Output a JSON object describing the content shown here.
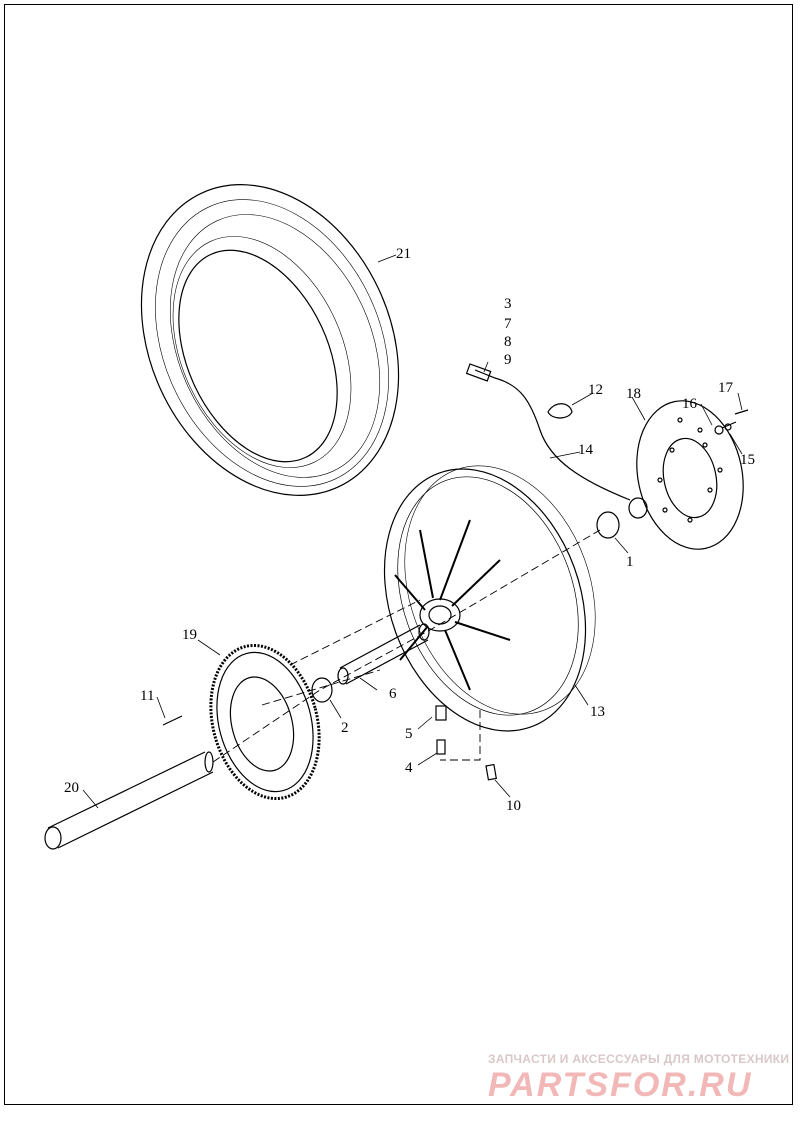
{
  "callouts": [
    {
      "id": "c1",
      "label": "1"
    },
    {
      "id": "c2",
      "label": "2"
    },
    {
      "id": "c3",
      "label": "3"
    },
    {
      "id": "c4",
      "label": "4"
    },
    {
      "id": "c5",
      "label": "5"
    },
    {
      "id": "c6",
      "label": "6"
    },
    {
      "id": "c7",
      "label": "7"
    },
    {
      "id": "c8",
      "label": "8"
    },
    {
      "id": "c9",
      "label": "9"
    },
    {
      "id": "c10",
      "label": "10"
    },
    {
      "id": "c11",
      "label": "11"
    },
    {
      "id": "c12",
      "label": "12"
    },
    {
      "id": "c13",
      "label": "13"
    },
    {
      "id": "c14",
      "label": "14"
    },
    {
      "id": "c15",
      "label": "15"
    },
    {
      "id": "c16",
      "label": "16"
    },
    {
      "id": "c17",
      "label": "17"
    },
    {
      "id": "c18",
      "label": "18"
    },
    {
      "id": "c19",
      "label": "19"
    },
    {
      "id": "c20",
      "label": "20"
    },
    {
      "id": "c21",
      "label": "21"
    }
  ],
  "watermark": {
    "tagline": "ЗАПЧАСТИ И АКСЕССУАРЫ ДЛЯ МОТОТЕХНИКИ",
    "logo": "PARTSFOR.RU"
  }
}
